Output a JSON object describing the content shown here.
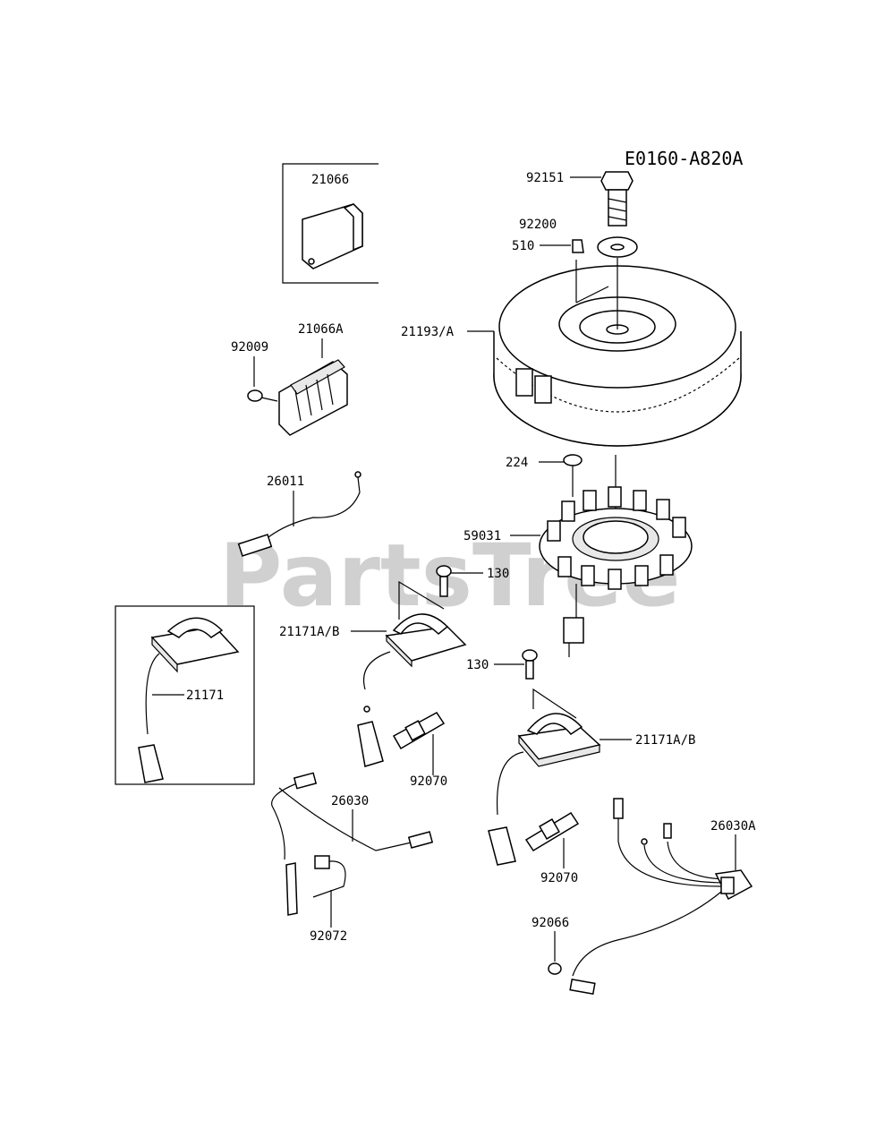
{
  "diagram_id": "E0160-A820A",
  "watermark": "PartsTree",
  "watermark_mark": "™",
  "labels": {
    "p92151": "92151",
    "p92200": "92200",
    "p510": "510",
    "p21193A": "21193/A",
    "p21066": "21066",
    "p21066A": "21066A",
    "p92009": "92009",
    "p224": "224",
    "p26011": "26011",
    "p59031": "59031",
    "p130a": "130",
    "p21171AB_top": "21171A/B",
    "p21171": "21171",
    "p130b": "130",
    "p21171AB_bottom": "21171A/B",
    "p92070a": "92070",
    "p26030": "26030",
    "p92070b": "92070",
    "p26030A": "26030A",
    "p92066": "92066",
    "p92072": "92072"
  }
}
